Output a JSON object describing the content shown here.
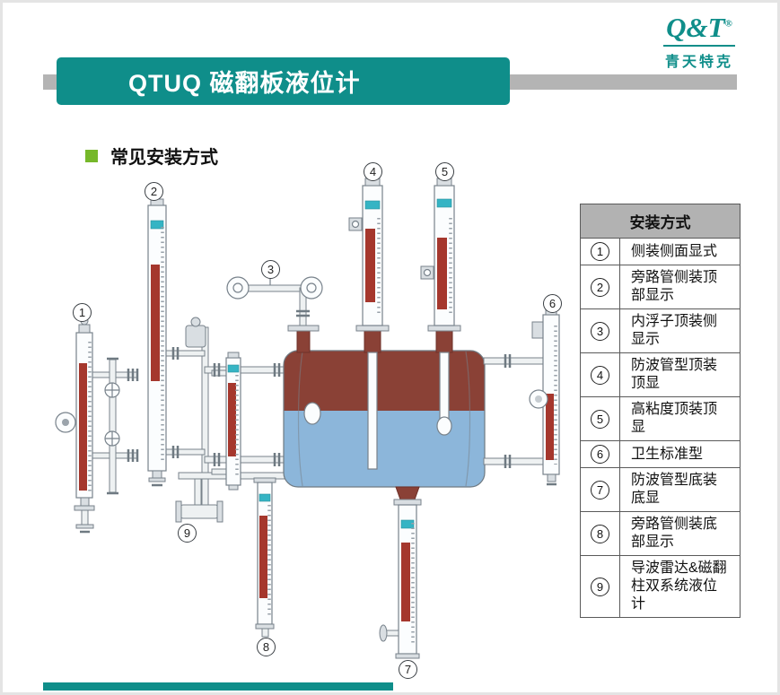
{
  "header": {
    "logo_text": "Q&T",
    "logo_reg": "®",
    "brand_name": "青天特克",
    "banner_title": "QTUQ 磁翻板液位计"
  },
  "section": {
    "title": "常见安装方式"
  },
  "table": {
    "header": "安装方式",
    "rows": [
      {
        "num": "1",
        "label": "侧装侧面显式"
      },
      {
        "num": "2",
        "label": "旁路管侧装顶部显示"
      },
      {
        "num": "3",
        "label": "内浮子顶装侧显示"
      },
      {
        "num": "4",
        "label": "防波管型顶装顶显"
      },
      {
        "num": "5",
        "label": "高粘度顶装顶显"
      },
      {
        "num": "6",
        "label": "卫生标准型"
      },
      {
        "num": "7",
        "label": "防波管型底装底显"
      },
      {
        "num": "8",
        "label": "旁路管侧装底部显示"
      },
      {
        "num": "9",
        "label": "导波雷达&磁翻柱双系统液位计"
      }
    ]
  },
  "diagram": {
    "callouts": [
      "1",
      "2",
      "3",
      "4",
      "5",
      "6",
      "7",
      "8",
      "9"
    ]
  },
  "colors": {
    "teal": "#0f8e8a",
    "green_bullet": "#76b82a",
    "tank_brown": "#8a4136",
    "liquid_blue": "#8cb6da",
    "indicator_red": "#a5372d",
    "nameplate_teal": "#35b4c4",
    "header_bar_gray": "#b4b4b4"
  }
}
